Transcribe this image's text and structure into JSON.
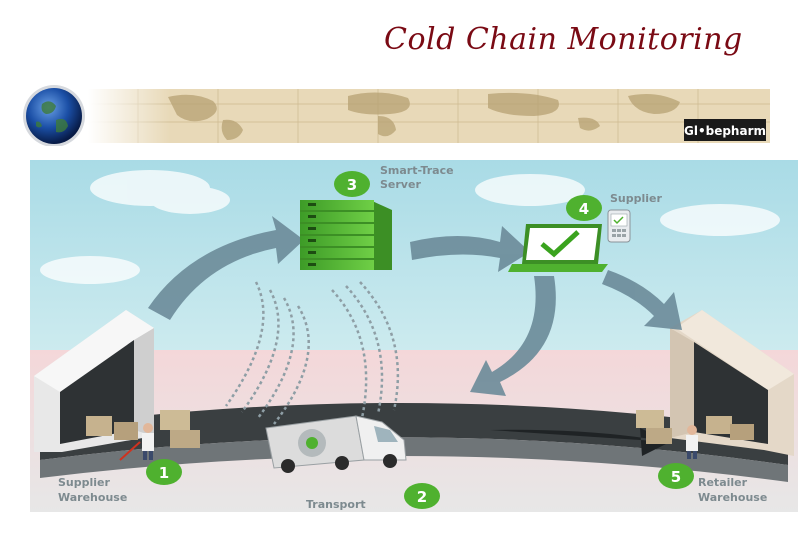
{
  "title": "Cold Chain Monitoring",
  "logo": {
    "text": "Gl•bepharm",
    "bg": "#1a1a1a",
    "color": "#ffffff"
  },
  "steps": [
    {
      "number": "1",
      "label_line1": "Supplier",
      "label_line2": "Warehouse"
    },
    {
      "number": "2",
      "label_line1": "Transport",
      "label_line2": ""
    },
    {
      "number": "3",
      "label_line1": "Smart-Trace",
      "label_line2": "Server"
    },
    {
      "number": "4",
      "label_line1": "Supplier",
      "label_line2": ""
    },
    {
      "number": "5",
      "label_line1": "Retailer",
      "label_line2": "Warehouse"
    }
  ],
  "colors": {
    "accent_green": "#4fb12f",
    "title": "#7a0a14",
    "sky": "#bfe3ea",
    "arrow": "#6b8b99",
    "road": "#3a3f41",
    "label": "#7d8a8f"
  },
  "icons": [
    "globe-icon",
    "server-icon",
    "laptop-icon",
    "checkmark-icon",
    "phone-icon",
    "truck-icon",
    "warehouse-icon",
    "worker-icon",
    "wireless-signal-icon"
  ]
}
